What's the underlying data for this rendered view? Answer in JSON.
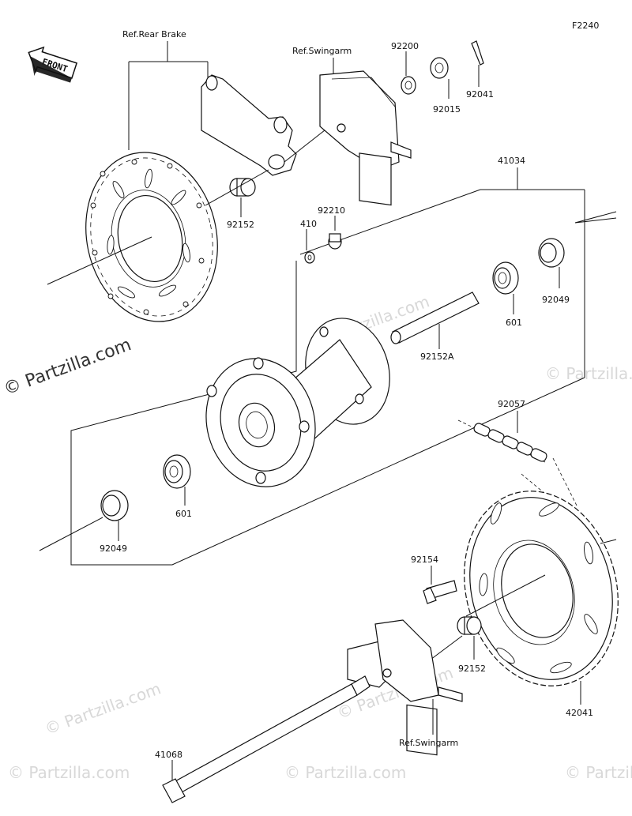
{
  "diagram_id": "F2240",
  "front_label": "FRONT",
  "watermark_main": "© Partzilla.com",
  "watermark_small": "© Partzilla.com",
  "labels": {
    "ref_rear_brake": "Ref.Rear Brake",
    "ref_swingarm_top": "Ref.Swingarm",
    "ref_swingarm_bottom": "Ref.Swingarm",
    "p92200": "92200",
    "p92015": "92015",
    "p92041": "92041",
    "p41034": "41034",
    "p92152_top": "92152",
    "p92210": "92210",
    "p410": "410",
    "p92049_right": "92049",
    "p601_right": "601",
    "p92152A": "92152A",
    "p92057": "92057",
    "p601_left": "601",
    "p92049_left": "92049",
    "p92154": "92154",
    "p92152_bottom": "92152",
    "p42041": "42041",
    "p41068": "41068"
  }
}
